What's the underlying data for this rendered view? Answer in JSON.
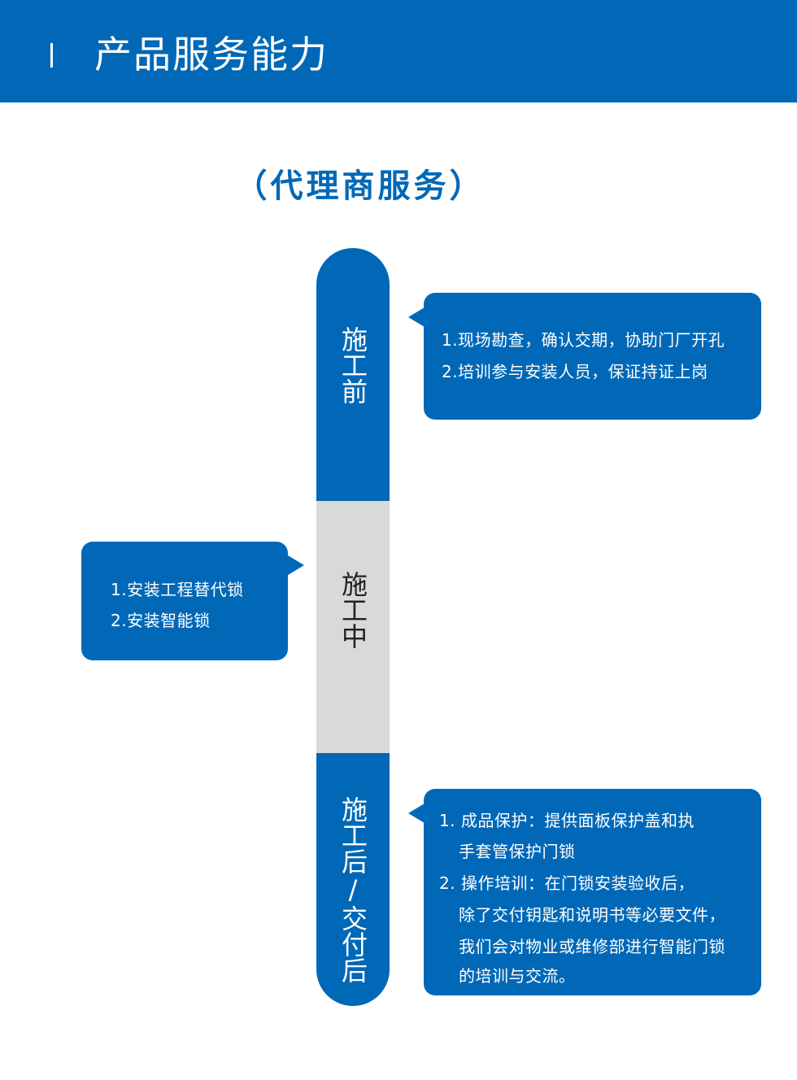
{
  "header": {
    "title": "产品服务能力"
  },
  "subtitle": "（代理商服务）",
  "stages": [
    {
      "label": "施工前"
    },
    {
      "label": "施工中"
    },
    {
      "label": "施工后/交付后"
    }
  ],
  "boxes": {
    "before": {
      "lines": [
        "1.现场勘查，确认交期，协助门厂开孔",
        "2.培训参与安装人员，保证持证上岗"
      ]
    },
    "during": {
      "lines": [
        "1.安装工程替代锁",
        "2.安装智能锁"
      ]
    },
    "after": {
      "lines": [
        "1. 成品保护：提供面板保护盖和执",
        "手套管保护门锁",
        "2. 操作培训：在门锁安装验收后，",
        "除了交付钥匙和说明书等必要文件，",
        "我们会对物业或维修部进行智能门锁",
        "的培训与交流。"
      ]
    }
  },
  "colors": {
    "brand_blue": "#0068b7",
    "gray_segment": "#d9d9d9",
    "white": "#ffffff"
  }
}
